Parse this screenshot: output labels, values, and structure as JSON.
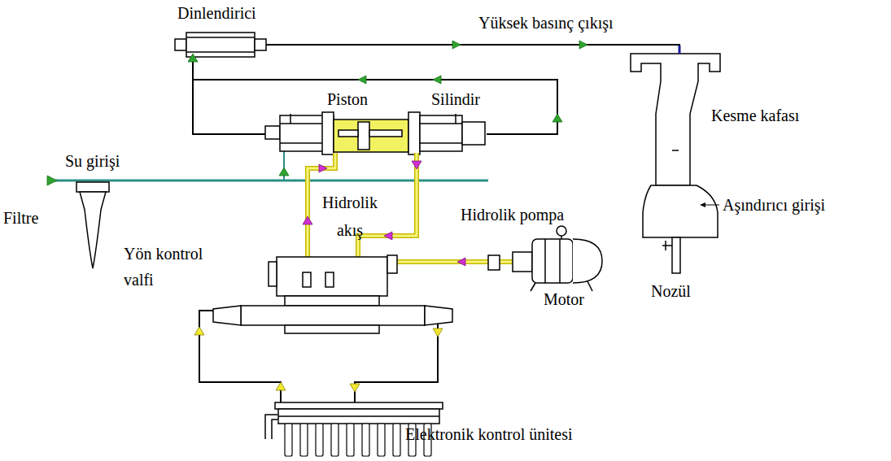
{
  "diagram": {
    "labels": [
      "Dinlendirici",
      "Yüksek basınç çıkışı",
      "Piston",
      "Silindir",
      "Kesme kafası",
      "Su girişi",
      "Hidrolik akış",
      "Aşındırıcı girişi",
      "Filtre",
      "Hidrolik pompa",
      "Yön kontrol valfi",
      "Motor",
      "Nozül",
      "Elektronik kontrol ünitesi"
    ]
  }
}
